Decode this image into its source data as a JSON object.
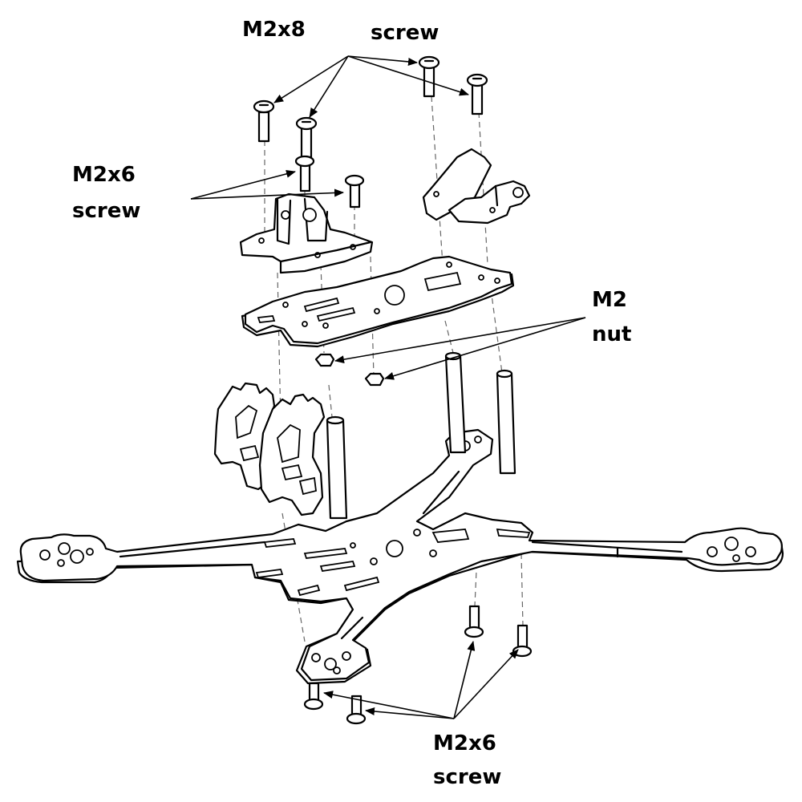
{
  "labels": {
    "top_size": "M2x8",
    "top_type": "screw",
    "left_size": "M2x6",
    "left_type": "screw",
    "nut_size": "M2",
    "nut_type": "nut",
    "bottom_size": "M2x6",
    "bottom_type": "screw"
  },
  "colors": {
    "line": "#000000",
    "dash": "#666666",
    "background": "#ffffff"
  }
}
